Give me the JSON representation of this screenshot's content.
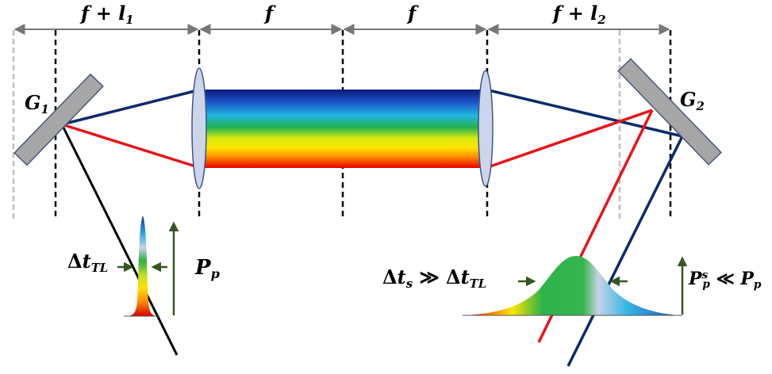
{
  "segments": [
    {
      "symbol": "f",
      "op": "+",
      "var": "l",
      "sub": "1"
    },
    {
      "symbol": "f"
    },
    {
      "symbol": "f"
    },
    {
      "symbol": "f",
      "op": "+",
      "var": "l",
      "sub": "2"
    }
  ],
  "grating_1": {
    "symbol": "G",
    "sub": "1"
  },
  "grating_2": {
    "symbol": "G",
    "sub": "2"
  },
  "input_pulse": {
    "width_label": {
      "prefix": "Δ",
      "var": "t",
      "sub": "TL"
    },
    "power_label": {
      "var": "P",
      "sub": "p"
    }
  },
  "stretched_pulse": {
    "width_label": {
      "prefix": "Δ",
      "var": "t",
      "sub": "s",
      "relation": "≫",
      "ref_prefix": "Δ",
      "ref_var": "t",
      "ref_sub": "TL"
    },
    "power_label": {
      "var": "P",
      "sub": "p",
      "sup": "s",
      "relation": "≪",
      "ref_var": "P",
      "ref_sub": "p"
    }
  },
  "colors": {
    "blue_ray": "#0d2b6b",
    "red_ray": "#e8141a",
    "black_ray": "#000000",
    "grating_fill": "#a6a6a6",
    "lens_fill": "#cdd5ea",
    "dimension_arrow": "#777777",
    "plane_line": "#000000",
    "ghost_plane": "#bfbfbf",
    "marker_arrow": "#375623",
    "spectrum": [
      "#0d1a8a",
      "#1a5fd0",
      "#1fb6d8",
      "#19b34a",
      "#c8e60c",
      "#ffee00",
      "#ff9a00",
      "#ff3300",
      "#e00000"
    ]
  },
  "icons": {
    "dimension_arrow": "double-headed-arrow",
    "marker_arrow": "filled-arrowhead"
  }
}
